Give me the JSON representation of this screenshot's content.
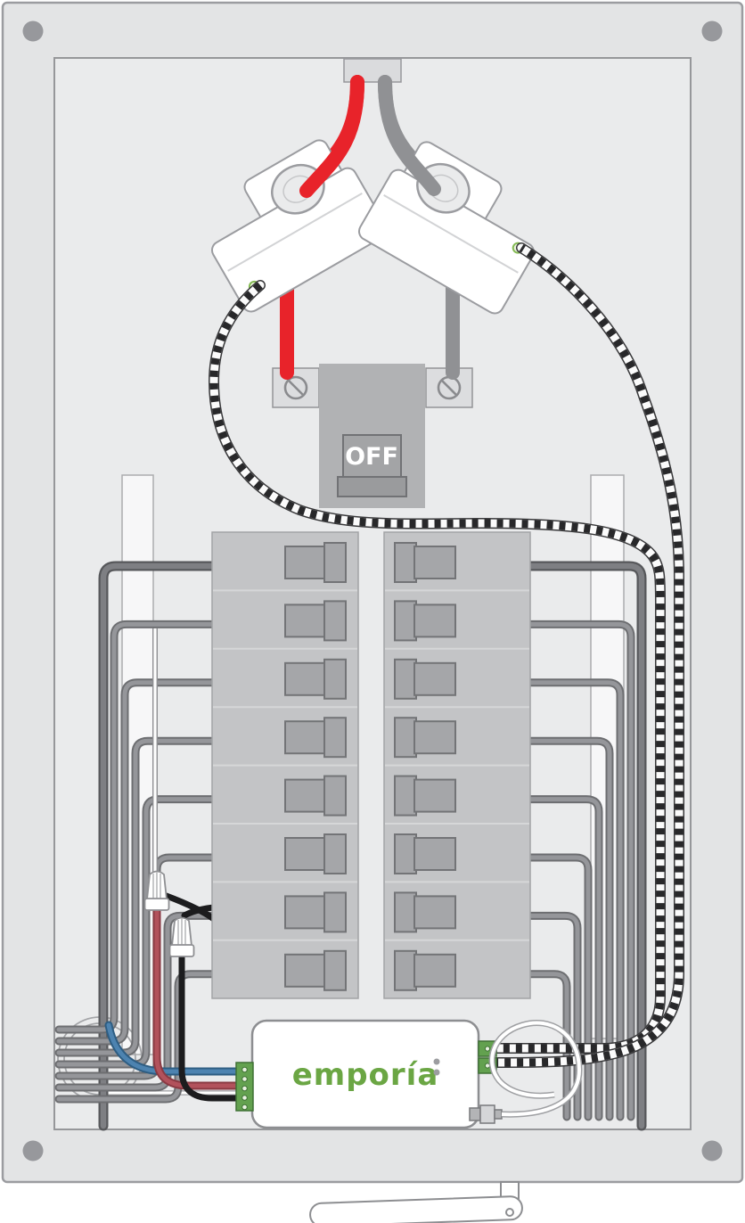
{
  "diagram": {
    "title": "electrical-panel-energy-monitor-install-diagram",
    "panel": {
      "corner_screws": 4,
      "color": "#e3e4e5",
      "inner_color": "#eaebec"
    },
    "service_entry": {
      "left_wire_color": "#e8232a",
      "right_wire_color": "#909194"
    },
    "current_transformers": [
      {
        "position": "left",
        "clamped_wire": "red",
        "lead": "black-white-twisted",
        "led": "green"
      },
      {
        "position": "right",
        "clamped_wire": "gray",
        "lead": "black-white-twisted",
        "led": "green"
      }
    ],
    "main_breaker": {
      "label": "OFF",
      "lug_screws": 2
    },
    "breakers": {
      "columns": 2,
      "rows_per_column": 8,
      "body_color": "#c3c4c6",
      "switch_color": "#a5a6a9"
    },
    "branch_wires": {
      "per_side": 8,
      "color": "#95969a"
    },
    "wire_nuts": 2,
    "device": {
      "brand": "emporía",
      "body_color": "#ffffff",
      "brand_color": "#6ba644",
      "led_dots": 2,
      "left_terminal_pins": 5,
      "right_ct_connectors": 2,
      "antenna_connector": true
    },
    "hookup_wires": {
      "blue": "#4d83b0",
      "red": "#b2525c",
      "black": "#1c1c1e",
      "white": "#ffffff"
    },
    "antenna": {
      "mounted": "bottom-outside",
      "color": "#ffffff"
    }
  }
}
